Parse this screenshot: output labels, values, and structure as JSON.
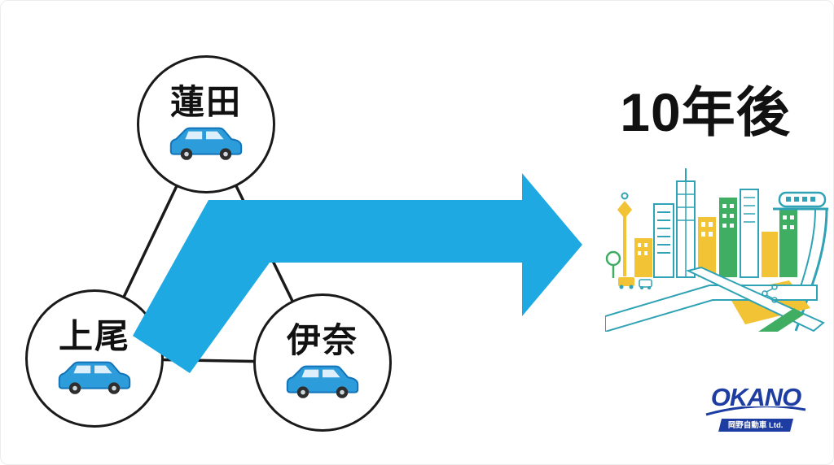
{
  "diagram": {
    "heading": "10年後",
    "nodes": [
      {
        "id": "hasuda",
        "label": "蓮田",
        "icon": "car-icon"
      },
      {
        "id": "ageo",
        "label": "上尾",
        "icon": "car-icon"
      },
      {
        "id": "ina",
        "label": "伊奈",
        "icon": "car-icon"
      }
    ],
    "arrow": {
      "icon": "arrow-right-icon",
      "direction": "right"
    },
    "future": {
      "icon": "city-illustration"
    }
  },
  "logo": {
    "brand": "OKANO",
    "company": "岡野自動車 Ltd."
  },
  "colors": {
    "arrow_blue": "#1FA9E2",
    "car_blue": "#2D9CDB",
    "line_black": "#1A1A1A",
    "city_teal": "#2FA3B5",
    "city_yellow": "#F2C335",
    "city_green": "#3FAE63",
    "logo_blue": "#1D3DA2"
  }
}
